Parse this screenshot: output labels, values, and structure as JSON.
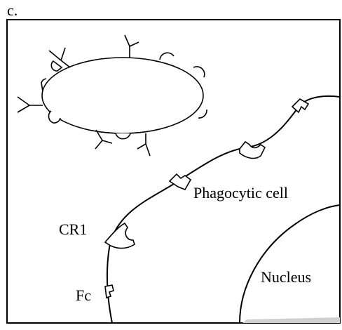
{
  "figure": {
    "panel_label": "c.",
    "labels": {
      "phagocytic_cell": "Phagocytic cell",
      "cr1": "CR1",
      "fc": "Fc",
      "nucleus": "Nucleus"
    }
  }
}
